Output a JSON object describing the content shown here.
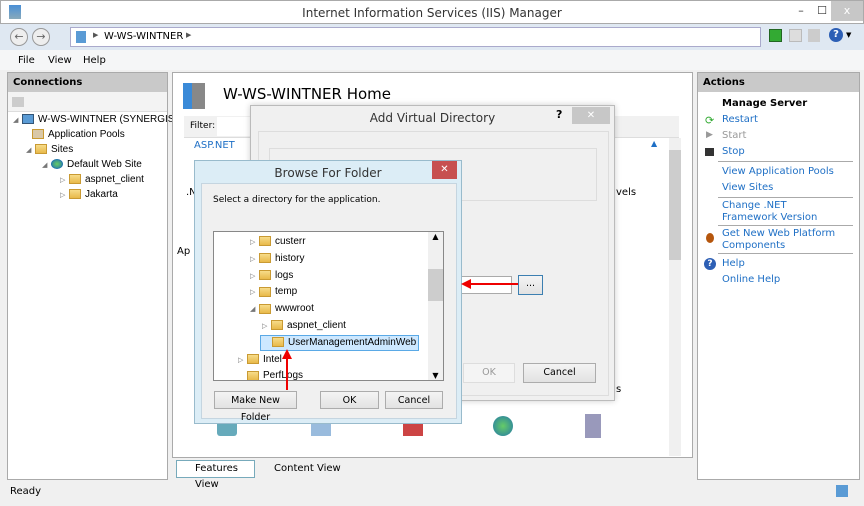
{
  "window": {
    "title": "Internet Information Services (IIS) Manager",
    "minimize": "–",
    "maximize": "☐",
    "close": "x"
  },
  "address": {
    "path": [
      "W-WS-WINTNER"
    ]
  },
  "menu": [
    "File",
    "View",
    "Help"
  ],
  "connections": {
    "header": "Connections",
    "tree": [
      {
        "label": "W-WS-WINTNER (SYNERGIS\\",
        "level": 0
      },
      {
        "label": "Application Pools",
        "level": 1
      },
      {
        "label": "Sites",
        "level": 1
      },
      {
        "label": "Default Web Site",
        "level": 2
      },
      {
        "label": "aspnet_client",
        "level": 3
      },
      {
        "label": "Jakarta",
        "level": 3
      }
    ]
  },
  "main": {
    "title": "W-WS-WINTNER Home",
    "filter_label": "Filter:",
    "group": "ASP.NET",
    "fragments": {
      "a": ".N",
      "b": "Ap",
      "c": "vels",
      "d": "s"
    },
    "tabs": {
      "features": "Features View",
      "content": "Content View"
    }
  },
  "actions": {
    "header": "Actions",
    "section": "Manage Server",
    "restart": "Restart",
    "start": "Start",
    "stop": "Stop",
    "view_pools": "View Application Pools",
    "view_sites": "View Sites",
    "change_net": "Change .NET Framework Version",
    "get_platform": "Get New Web Platform Components",
    "help": "Help",
    "online_help": "Online Help"
  },
  "status": "Ready",
  "add_vdir": {
    "title": "Add Virtual Directory",
    "help": "?",
    "close": "✕",
    "browse": "...",
    "ok": "OK",
    "cancel": "Cancel"
  },
  "browse": {
    "title": "Browse For Folder",
    "close": "✕",
    "prompt": "Select a directory for the application.",
    "items": [
      {
        "label": "custerr",
        "indent": 1,
        "expander": "▷"
      },
      {
        "label": "history",
        "indent": 1,
        "expander": "▷"
      },
      {
        "label": "logs",
        "indent": 1,
        "expander": "▷"
      },
      {
        "label": "temp",
        "indent": 1,
        "expander": "▷"
      },
      {
        "label": "wwwroot",
        "indent": 1,
        "expander": "◢"
      },
      {
        "label": "aspnet_client",
        "indent": 2,
        "expander": "▷"
      },
      {
        "label": "UserManagementAdminWeb",
        "indent": 2,
        "expander": "",
        "selected": true
      },
      {
        "label": "Intel",
        "indent": 0,
        "expander": "▷"
      },
      {
        "label": "PerfLogs",
        "indent": 0,
        "expander": ""
      }
    ],
    "make_new_folder": "Make New Folder",
    "ok": "OK",
    "cancel": "Cancel"
  },
  "colors": {
    "accent_link": "#1e6fc5",
    "close_red": "#c75050",
    "annotation_arrow": "#e00000",
    "selection": "#cde8ff"
  }
}
